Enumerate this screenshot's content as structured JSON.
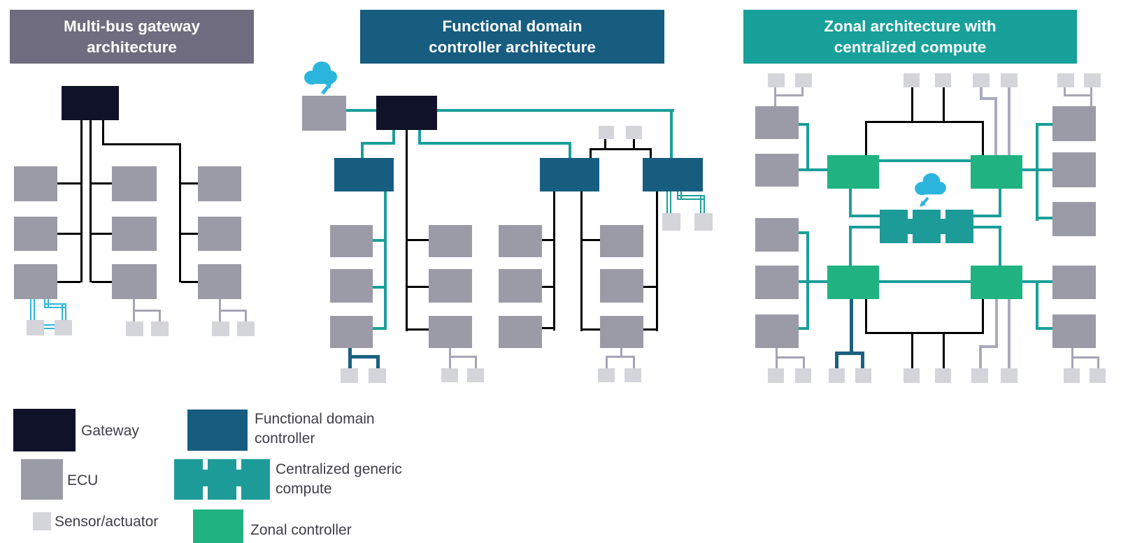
{
  "colors": {
    "background": "#ffffff",
    "header_multibus": "#6e6c7e",
    "header_fdc": "#175d80",
    "header_zonal": "#18a09b",
    "gateway": "#10122a",
    "ecu": "#9b9aa7",
    "sensor": "#d4d4db",
    "fdc_controller": "#175d80",
    "compute": "#1d9b99",
    "zonal_controller": "#20b381",
    "teal_line": "#1a9f9a",
    "black_line": "#000000",
    "gray_line": "#a5a5b5",
    "silver_line": "#a9aabc",
    "cyan": "#2bb5dd",
    "dark_blue_line": "#1b6080",
    "text": "#3f3e46"
  },
  "panels": [
    {
      "title_line1": "Multi-bus gateway",
      "title_line2": "architecture"
    },
    {
      "title_line1": "Functional domain",
      "title_line2": "controller architecture"
    },
    {
      "title_line1": "Zonal architecture with",
      "title_line2": "centralized compute"
    }
  ],
  "legend": {
    "items": [
      {
        "id": "gateway",
        "lines": [
          "Gateway"
        ]
      },
      {
        "id": "ecu",
        "lines": [
          "ECU"
        ]
      },
      {
        "id": "sensor",
        "lines": [
          "Sensor/actuator"
        ]
      },
      {
        "id": "fdc",
        "lines": [
          "Functional domain",
          "controller"
        ]
      },
      {
        "id": "compute",
        "lines": [
          "Centralized generic",
          "compute"
        ]
      },
      {
        "id": "zonal",
        "lines": [
          "Zonal controller"
        ]
      }
    ]
  },
  "icons": {
    "cloud": "cloud-icon",
    "cloud_arrow_up": "diagonal-arrow-up-right",
    "cloud_arrow_down": "diagonal-arrow-down-left"
  }
}
